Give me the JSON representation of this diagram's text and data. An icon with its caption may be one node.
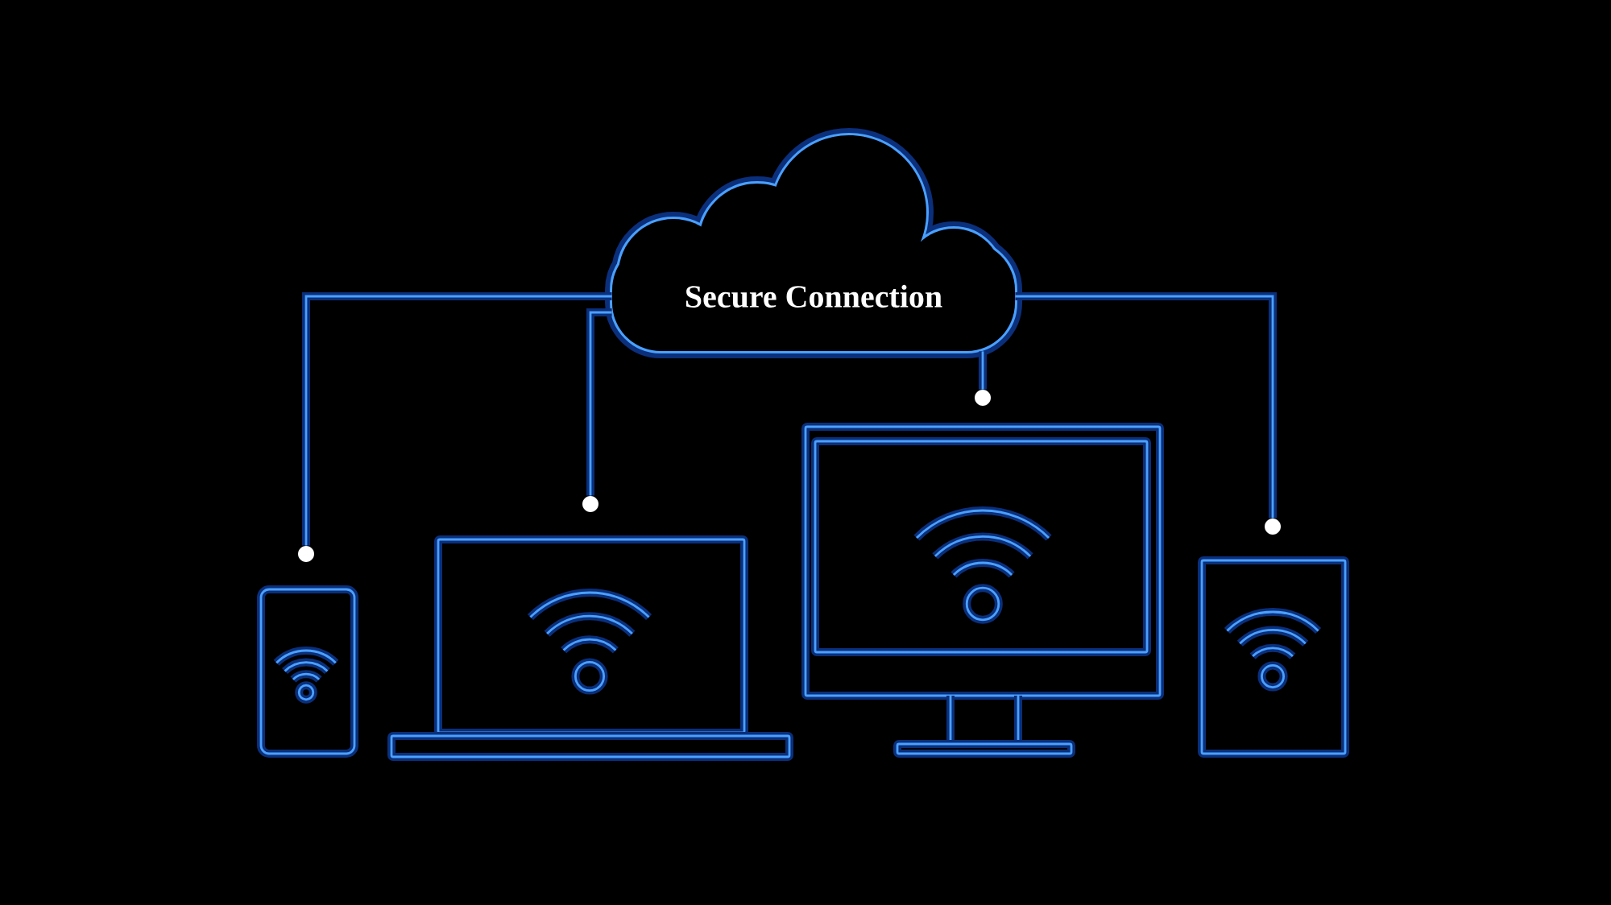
{
  "diagram": {
    "nodes": [
      {
        "text": [
          "Secure Connection"
        ]
      },
      {
        "text": [],
        "shape": "phone"
      },
      {
        "text": [],
        "shape": "laptop"
      },
      {
        "text": [],
        "shape": "monitor"
      },
      {
        "text": [],
        "shape": "tablet"
      }
    ],
    "edges": [
      {
        "from": 0,
        "to": 1,
        "arrow": "none"
      },
      {
        "from": 0,
        "to": 2,
        "arrow": "none"
      },
      {
        "from": 0,
        "to": 3,
        "arrow": "none"
      },
      {
        "from": 0,
        "to": 4,
        "arrow": "none"
      }
    ]
  }
}
